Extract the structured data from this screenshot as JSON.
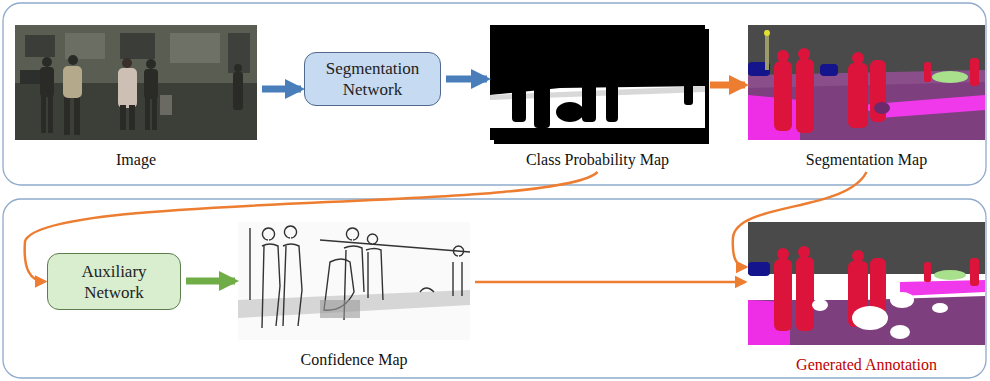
{
  "diagram": {
    "nodes": [
      {
        "text": [
          "Image"
        ]
      },
      {
        "text": [
          "Segmentation Network"
        ]
      },
      {
        "text": [
          "Class Probability Map"
        ]
      },
      {
        "text": [
          "Segmentation Map"
        ]
      },
      {
        "text": [
          "Auxiliary Network"
        ]
      },
      {
        "text": [
          "Confidence Map"
        ]
      },
      {
        "text": [
          "Generated Annotation"
        ]
      }
    ],
    "edges": [
      {
        "from": 0,
        "to": 1,
        "arrow": "to"
      },
      {
        "from": 1,
        "to": 2,
        "arrow": "to"
      },
      {
        "from": 2,
        "to": 3,
        "arrow": "to"
      },
      {
        "from": 2,
        "to": 4,
        "arrow": "to"
      },
      {
        "from": 4,
        "to": 5,
        "arrow": "to"
      },
      {
        "from": 5,
        "to": 6,
        "arrow": "to"
      },
      {
        "from": 3,
        "to": 6,
        "arrow": "to"
      }
    ]
  }
}
